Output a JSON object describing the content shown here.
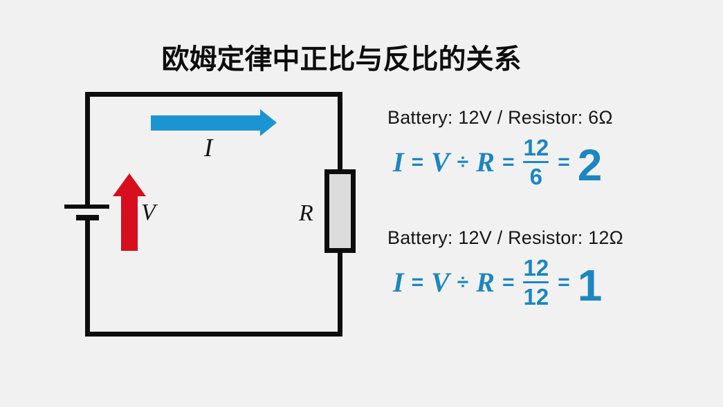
{
  "title": "欧姆定律中正比与反比的关系",
  "circuit": {
    "current_label": "I",
    "voltage_label": "V",
    "resistor_label": "R"
  },
  "examples": [
    {
      "caption": "Battery: 12V / Resistor: 6Ω",
      "formula": {
        "current": "I",
        "equals": "=",
        "voltage": "V",
        "divide": "÷",
        "resistance": "R",
        "numerator": "12",
        "denominator": "6",
        "result": "2"
      }
    },
    {
      "caption": "Battery: 12V / Resistor: 12Ω",
      "formula": {
        "current": "I",
        "equals": "=",
        "voltage": "V",
        "divide": "÷",
        "resistance": "R",
        "numerator": "12",
        "denominator": "12",
        "result": "1"
      }
    }
  ],
  "colors": {
    "background": "#f1f1f1",
    "line_black": "#0d0d0d",
    "current_blue": "#1b95d2",
    "voltage_red": "#d60e1d",
    "formula_blue": "#1c86c0",
    "resistor_fill": "#dcdcdc",
    "label_text": "#141414",
    "caption_text": "#161616"
  }
}
